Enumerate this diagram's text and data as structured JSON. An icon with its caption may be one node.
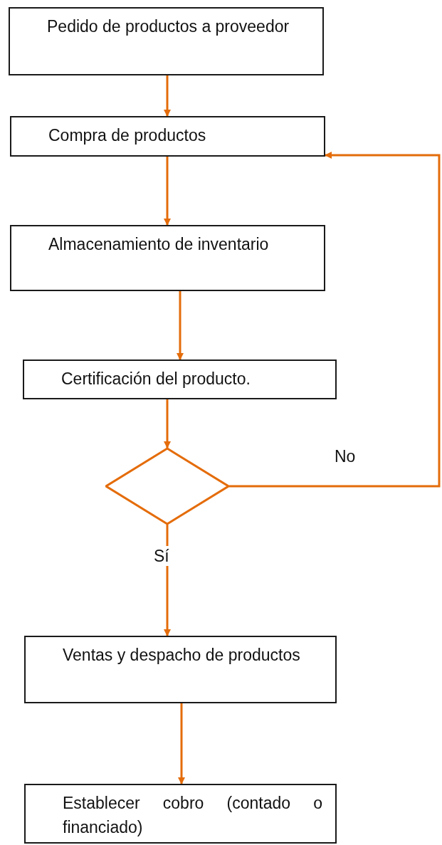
{
  "diagram": {
    "nodes": [
      {
        "text": [
          "Pedido de productos a proveedor"
        ]
      },
      {
        "text": [
          "Compra de productos"
        ]
      },
      {
        "text": [
          "Almacenamiento de inventario"
        ]
      },
      {
        "text": [
          "Certificación del producto."
        ]
      },
      {
        "text": [],
        "shape": "diamond"
      },
      {
        "text": [
          "Ventas y despacho de productos"
        ]
      },
      {
        "text": [
          "Establecer cobro (contado o financiado)"
        ]
      }
    ],
    "edges": [
      {
        "from": 0,
        "to": 1,
        "arrow": "to"
      },
      {
        "from": 1,
        "to": 2,
        "arrow": "to"
      },
      {
        "from": 2,
        "to": 3,
        "arrow": "to"
      },
      {
        "from": 3,
        "to": 4,
        "arrow": "to"
      },
      {
        "from": 4,
        "to": 1,
        "arrow": "to",
        "label": "No"
      },
      {
        "from": 4,
        "to": 5,
        "arrow": "to",
        "label": "Sí"
      },
      {
        "from": 5,
        "to": 6,
        "arrow": "to"
      }
    ]
  }
}
